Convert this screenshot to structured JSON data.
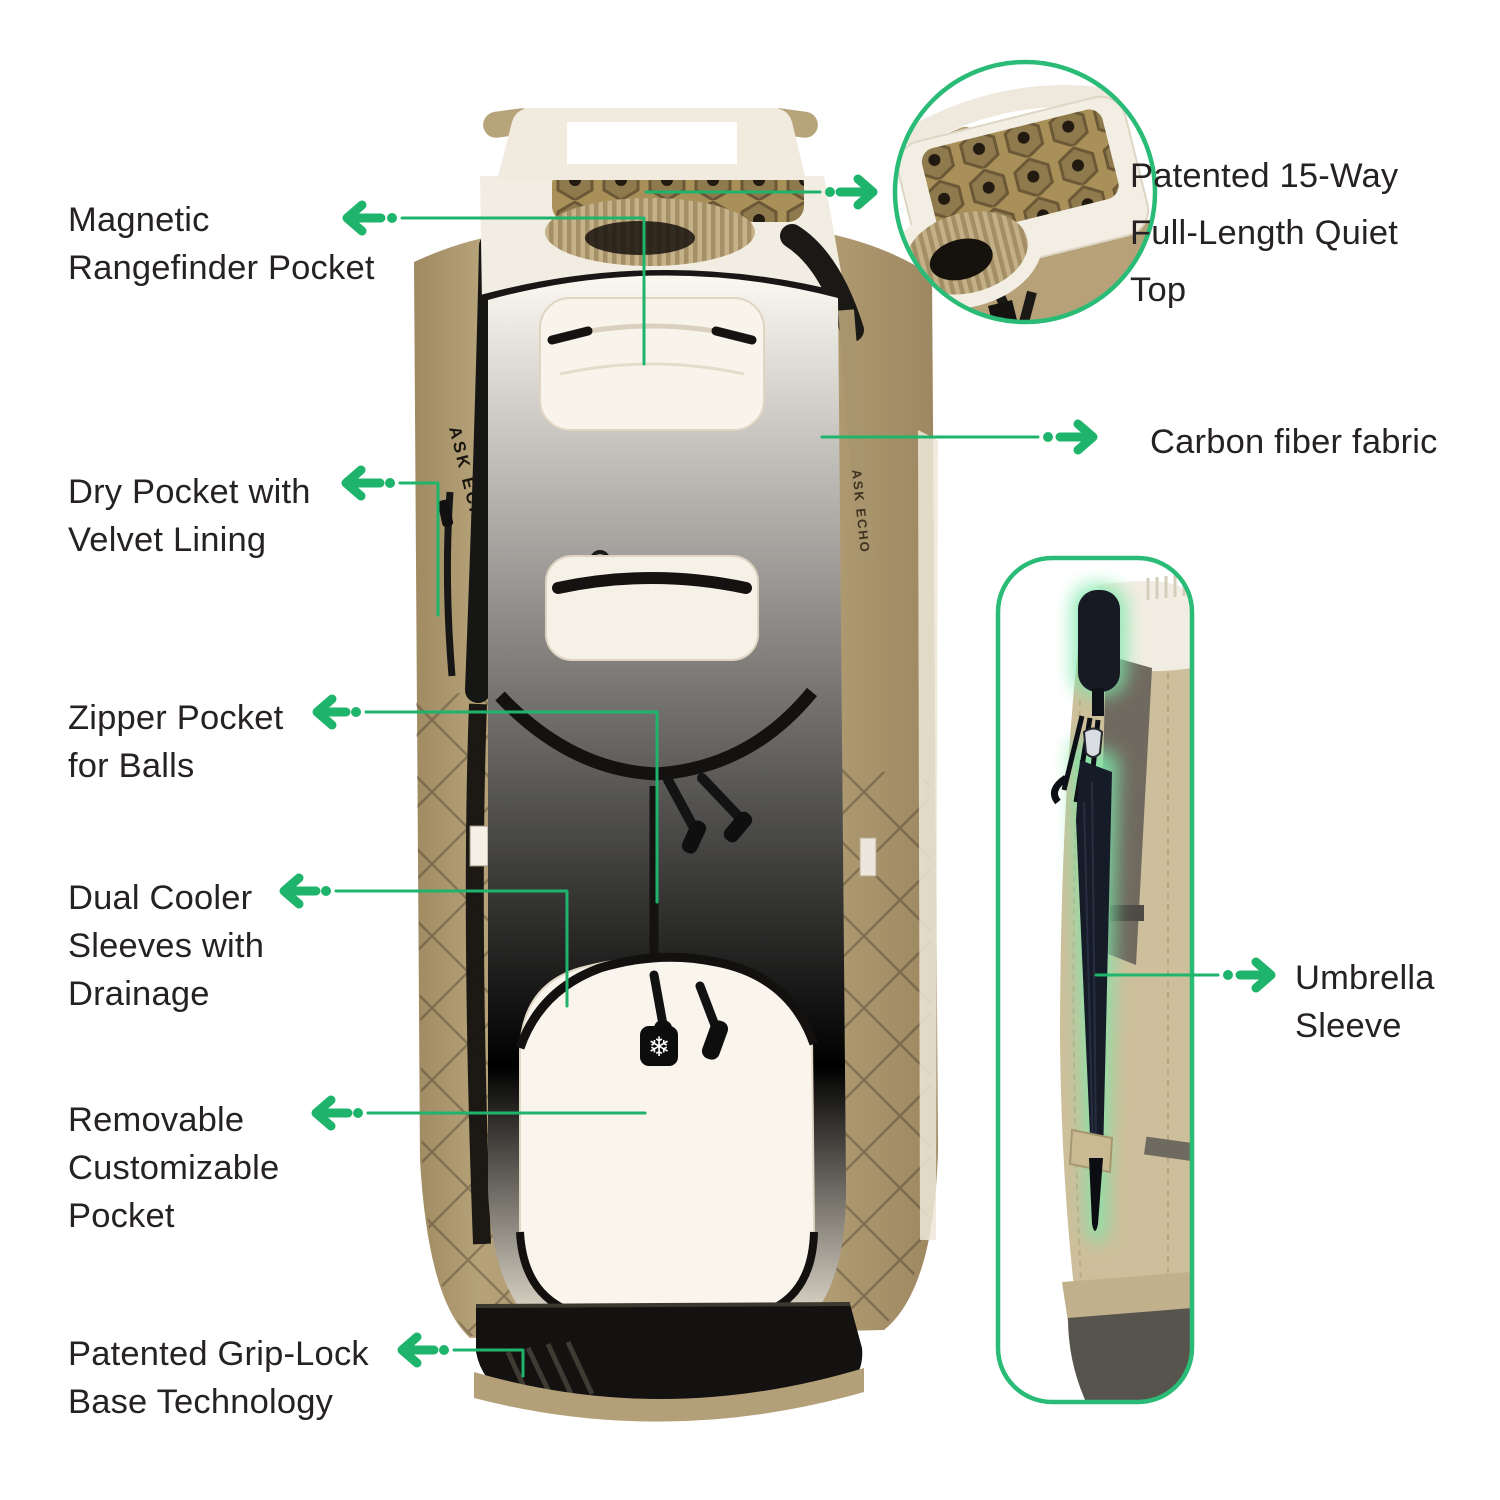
{
  "colors": {
    "accent": "#1fb46c",
    "callout_border": "#2abc77",
    "ink": "#262223",
    "bag_tan": "#b29d74",
    "bag_cream": "#f7f2e8",
    "trim_black": "#151311"
  },
  "callouts": {
    "magnetic_rangefinder_pocket": {
      "text": "Magnetic\nRangefinder Pocket"
    },
    "quiet_top": {
      "text": "Patented 15-Way\nFull-Length Quiet\nTop"
    },
    "carbon_fiber": {
      "text": "Carbon fiber fabric"
    },
    "dry_pocket": {
      "text": "Dry Pocket with\nVelvet Lining"
    },
    "zipper_pocket_balls": {
      "text": "Zipper Pocket\nfor Balls"
    },
    "dual_cooler": {
      "text": "Dual Cooler\nSleeves with\nDrainage"
    },
    "removable_pocket": {
      "text": "Removable\nCustomizable\nPocket"
    },
    "grip_lock_base": {
      "text": "Patented Grip-Lock\nBase Technology"
    },
    "umbrella_sleeve": {
      "text": "Umbrella\nSleeve"
    }
  },
  "bag": {
    "brand": "ASK ECHO",
    "snowflake_icon": "❄"
  }
}
